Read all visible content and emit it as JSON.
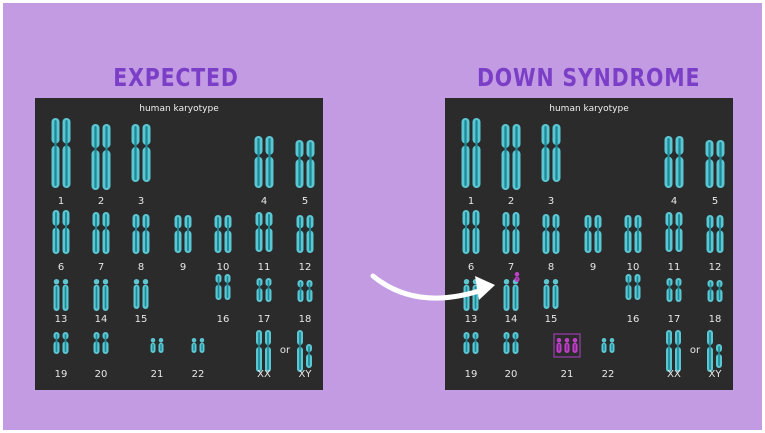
{
  "headings": {
    "left": "EXPECTED",
    "right": "DOWN SYNDROME"
  },
  "panel_title": "human karyotype",
  "labels": {
    "l1": "1",
    "l2": "2",
    "l3": "3",
    "l4": "4",
    "l5": "5",
    "l6": "6",
    "l7": "7",
    "l8": "8",
    "l9": "9",
    "l10": "10",
    "l11": "11",
    "l12": "12",
    "l13": "13",
    "l14": "14",
    "l15": "15",
    "l16": "16",
    "l17": "17",
    "l18": "18",
    "l19": "19",
    "l20": "20",
    "l21": "21",
    "l22": "22",
    "xx": "XX",
    "or": "or",
    "xy": "XY"
  },
  "karyotypes": {
    "expected": {
      "chromosome_21_copies": 2
    },
    "down_syndrome": {
      "chromosome_21_copies": 3,
      "highlighted_chromosome": "21"
    }
  },
  "colors": {
    "background": "#c39be3",
    "heading": "#7b3fc7",
    "panel": "#2b2b2b",
    "chromosome": "#5cc6d3",
    "chromosome_core": "#1b8a98",
    "extra_chromosome": "#c040c8",
    "arrow": "#ffffff"
  }
}
